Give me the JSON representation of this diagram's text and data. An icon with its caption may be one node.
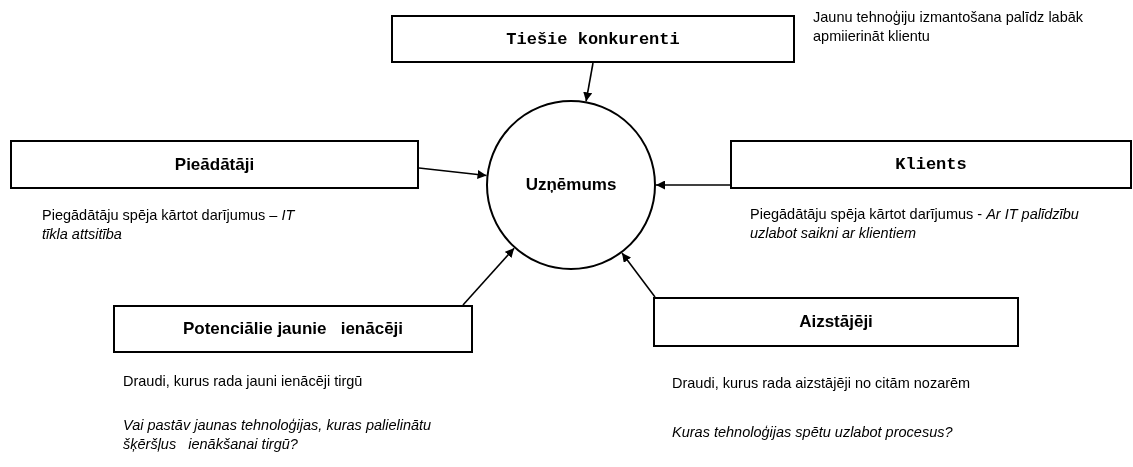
{
  "diagram": {
    "nodes": [
      {
        "text": [
          "Tiešie konkurenti"
        ],
        "beside": [
          "Jaunu tehnoģiju izmantošana palīdz labāk apmiierināt klientu"
        ]
      },
      {
        "text": [
          "Pieādātāji"
        ],
        "beside": [
          "Piegādātāju spēja kārtot darījumus – *IT tīkla attsitība*"
        ]
      },
      {
        "text": [
          "Uzņēmums"
        ]
      },
      {
        "text": [
          "Klients"
        ],
        "beside": [
          "Piegādātāju spēja kārtot darījumus - *Ar IT palīdzību uzlabot saikni ar klientiem*"
        ]
      },
      {
        "text": [
          "Potenciālie jaunie   ienācēji"
        ],
        "beside": [
          "Draudi, kurus rada jauni ienācēji tirgū",
          "Vai pastāv jaunas tehnoloģijas, kuras palielinātu šķēršļus   ienākšanai tirgū?"
        ]
      },
      {
        "text": [
          "Aizstājēji"
        ],
        "beside": [
          "Draudi, kurus rada aizstājēji no citām nozarēm",
          "Kuras tehnoloģijas spētu uzlabot procesus?"
        ]
      }
    ],
    "edges": [
      {
        "from": 0,
        "to": 2,
        "arrow": "to"
      },
      {
        "from": 1,
        "to": 2,
        "arrow": "to"
      },
      {
        "from": 3,
        "to": 2,
        "arrow": "to"
      },
      {
        "from": 4,
        "to": 2,
        "arrow": "to"
      },
      {
        "from": 5,
        "to": 2,
        "arrow": "to"
      }
    ]
  }
}
